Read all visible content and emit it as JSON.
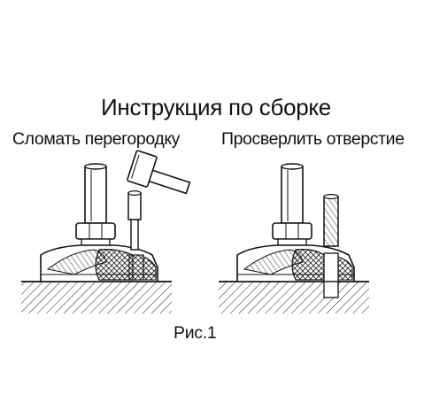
{
  "title": "Инструкция по сборке",
  "steps": [
    {
      "label": "Сломать перегородку",
      "tool": "hammer-icon"
    },
    {
      "label": "Просверлить отверстие",
      "tool": "drill-bit-icon"
    }
  ],
  "caption": "Рис.1"
}
